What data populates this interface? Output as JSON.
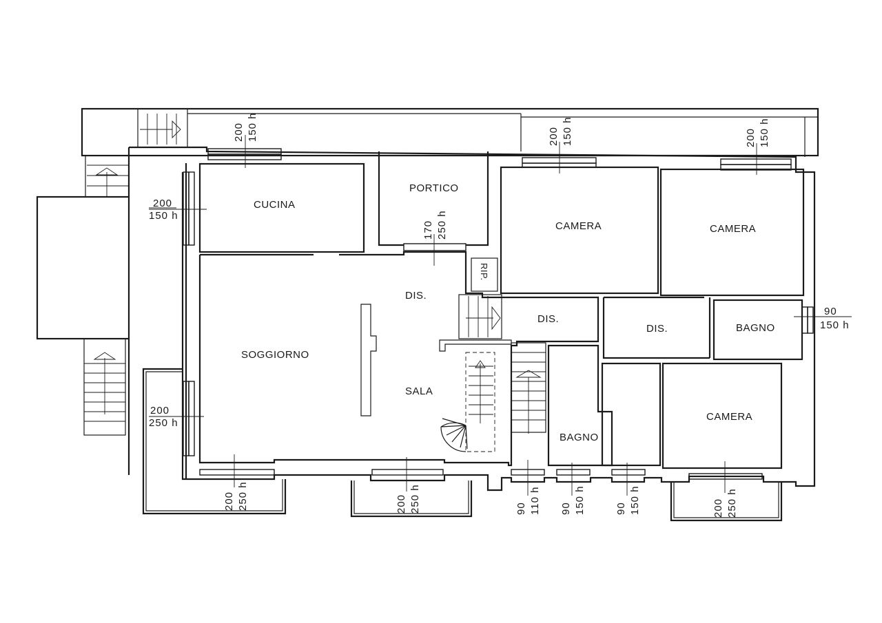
{
  "rooms": {
    "cucina": "CUCINA",
    "portico": "PORTICO",
    "camera_1": "CAMERA",
    "camera_2": "CAMERA",
    "camera_3": "CAMERA",
    "rip": "RIP.",
    "dis_1": "DIS.",
    "dis_2": "DIS.",
    "dis_3": "DIS.",
    "bagno_1": "BAGNO",
    "bagno_2": "BAGNO",
    "soggiorno": "SOGGIORNO",
    "sala": "SALA"
  },
  "openings": {
    "top_cucina": {
      "width": "200",
      "height": "150 h"
    },
    "top_camera_1": {
      "width": "200",
      "height": "150 h"
    },
    "top_camera_2": {
      "width": "200",
      "height": "150 h"
    },
    "left_cucina": {
      "width": "200",
      "height": "150 h"
    },
    "portico": {
      "width": "170",
      "height": "250 h"
    },
    "right_bagno": {
      "width": "90",
      "height": "150 h"
    },
    "left_soggiorno": {
      "width": "200",
      "height": "250 h"
    },
    "bottom_soggiorno": {
      "width": "200",
      "height": "250 h"
    },
    "bottom_sala": {
      "width": "200",
      "height": "250 h"
    },
    "bottom_stair": {
      "width": "90",
      "height": "110 h"
    },
    "bottom_bagno": {
      "width": "90",
      "height": "150 h"
    },
    "bottom_dis": {
      "width": "90",
      "height": "150 h"
    },
    "bottom_camera": {
      "width": "200",
      "height": "250 h"
    }
  }
}
